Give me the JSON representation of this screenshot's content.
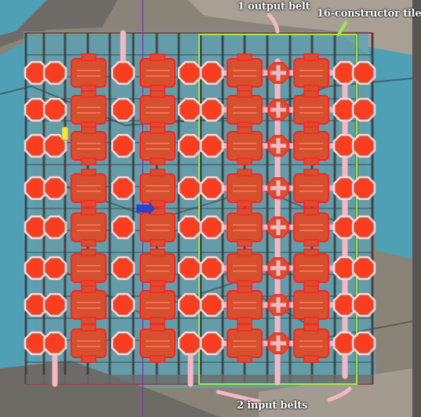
{
  "annotations": {
    "output_belt": "1 output belt",
    "tile": "16-constructor tile",
    "input_belts": "2 input belts"
  },
  "colors": {
    "water": "#4f9fb5",
    "ground": "#8a8478",
    "constructor_fill": "#d4502f",
    "constructor_outline": "#ff2222",
    "belt": "#f4b8c4",
    "tile_border": "#9fe84a",
    "label_text": "#ffffff"
  },
  "icons": [
    "constructor-icon",
    "conveyor-belt-icon",
    "direction-arrow-icon",
    "marker-icon"
  ]
}
